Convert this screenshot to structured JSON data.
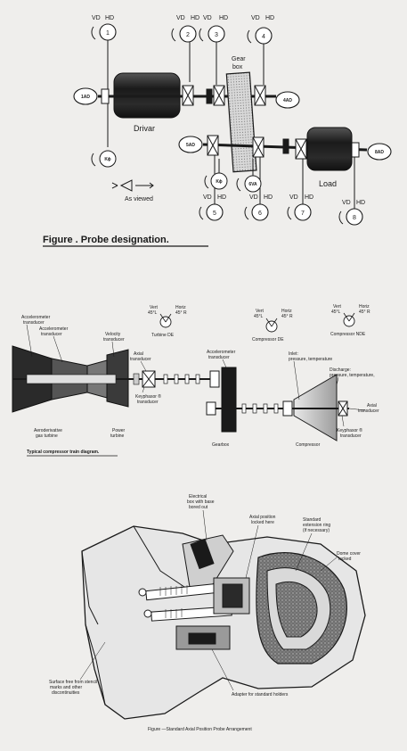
{
  "fig1": {
    "caption": "Figure   .  Probe designation.",
    "drivar": "Drivar",
    "load": "Load",
    "gearbox_1": "Gear",
    "gearbox_2": "box",
    "as_viewed": "As viewed",
    "vd": "VD",
    "hd": "HD",
    "probes": [
      "1",
      "2",
      "3",
      "4",
      "5",
      "6",
      "7",
      "8"
    ],
    "axial": {
      "a1": "1AD",
      "a4": "4AD",
      "a5": "5AD",
      "a8": "8AD",
      "a6": "6VA"
    },
    "kphasor": "Kϕ"
  },
  "fig2": {
    "caption": "Typical compressor train diagram.",
    "accel1": "Accelerometer",
    "accel1b": "transducer",
    "accel2": "Accelerometer",
    "accel2b": "transducer",
    "velocity": "Velocity",
    "velocityb": "transducer",
    "axial": "Axial",
    "axialb": "transducer",
    "keyphasor": "Keyphasor ®",
    "keyphasorb": "transducer",
    "accel3": "Accelerometer",
    "accel3b": "transducer",
    "inlet": "Inlet:",
    "inletb": "pressure, temperature",
    "discharge": "Discharge:",
    "dischargeb": "pressure, temperature,",
    "axial2": "Axial",
    "axial2b": "transducer",
    "keyphasor2": "Keyphasor ®",
    "keyphasor2b": "transducer",
    "aero": "Aeroderivative",
    "aerob": "gas turbine",
    "power": "Power",
    "powerb": "turbine",
    "gearbox": "Gearbox",
    "compressor": "Compressor",
    "vert": "Vert",
    "horiz": "Horiz",
    "ang_l": "45°L",
    "ang_r": "45° R",
    "turbine_de": "Turbine DE",
    "compressor_de": "Compressor DE",
    "compressor_nde": "Compressor NDE"
  },
  "fig3": {
    "caption": "Figure   —Standard Axial Position Probe Arrangement",
    "lbl1": "Electrical",
    "lbl1b": "box with base",
    "lbl1c": "bored out",
    "lbl2": "Axial position",
    "lbl2b": "locked here",
    "lbl3": "Standard",
    "lbl3b": "extension ring",
    "lbl3c": "(if necessary)",
    "lbl4": "Dome cover",
    "lbl4b": "locked",
    "lbl5": "Adapter for standard holders",
    "lbl6": "Surface free from stencil",
    "lbl6b": "marks and other",
    "lbl6c": "discontinuities"
  }
}
